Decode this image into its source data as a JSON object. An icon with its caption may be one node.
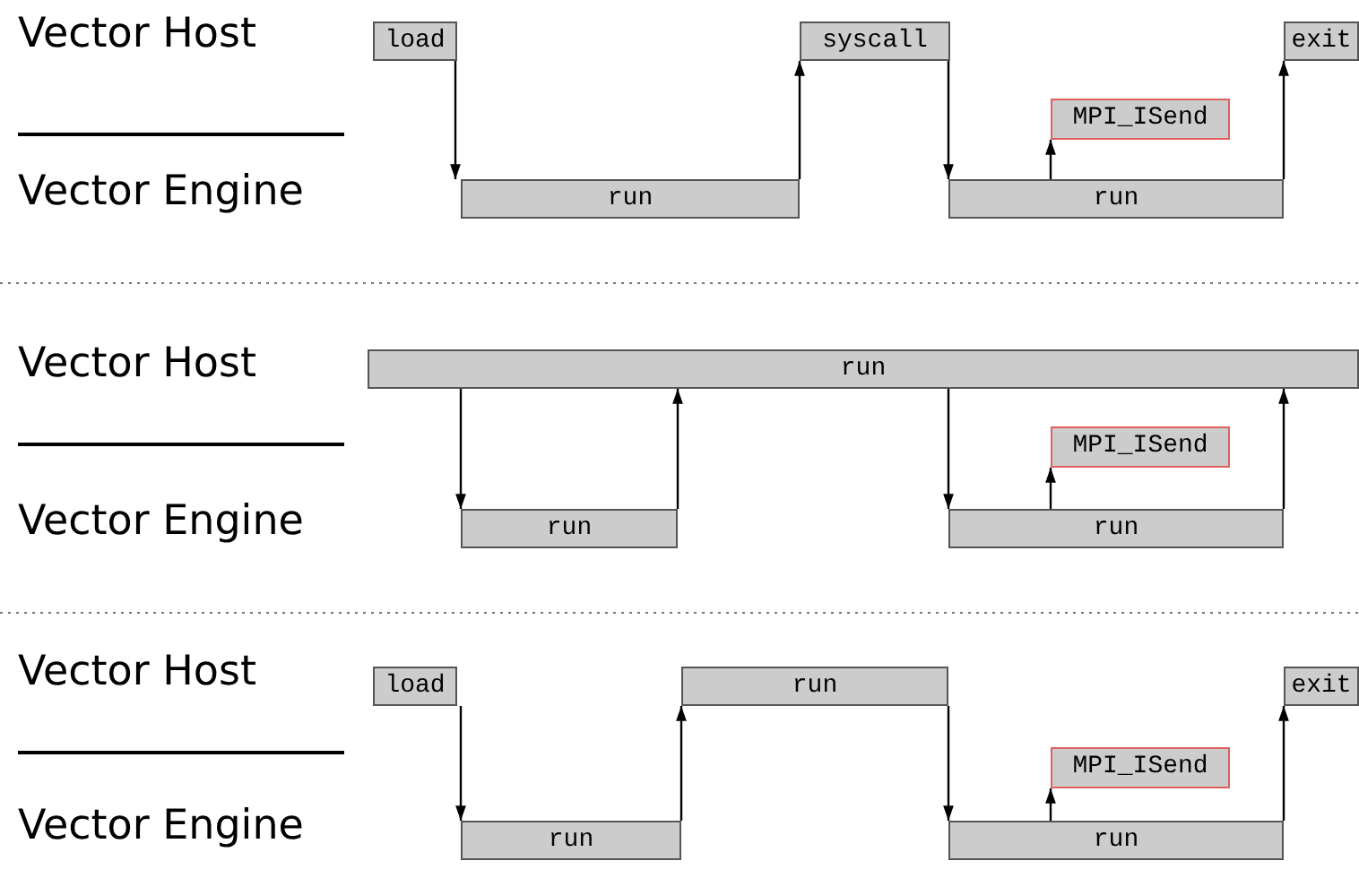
{
  "diagram": {
    "nodes": [
      {
        "text": [
          "load"
        ]
      },
      {
        "text": [
          "syscall"
        ]
      },
      {
        "text": [
          "exit"
        ]
      },
      {
        "text": [
          "MPI_ISend"
        ]
      },
      {
        "text": [
          "run"
        ]
      },
      {
        "text": [
          "run"
        ]
      },
      {
        "text": [
          "run"
        ]
      },
      {
        "text": [
          "MPI_ISend"
        ]
      },
      {
        "text": [
          "run"
        ]
      },
      {
        "text": [
          "run"
        ]
      },
      {
        "text": [
          "load"
        ]
      },
      {
        "text": [
          "run"
        ]
      },
      {
        "text": [
          "exit"
        ]
      },
      {
        "text": [
          "MPI_ISend"
        ]
      },
      {
        "text": [
          "run"
        ]
      },
      {
        "text": [
          "run"
        ]
      }
    ],
    "edges": [
      {
        "from": 0,
        "to": 4,
        "arrow": "to"
      },
      {
        "from": 4,
        "to": 1,
        "arrow": "to"
      },
      {
        "from": 1,
        "to": 5,
        "arrow": "to"
      },
      {
        "from": 5,
        "to": 3,
        "arrow": "to"
      },
      {
        "from": 5,
        "to": 2,
        "arrow": "to"
      },
      {
        "from": 6,
        "to": 8,
        "arrow": "to"
      },
      {
        "from": 8,
        "to": 6,
        "arrow": "to"
      },
      {
        "from": 6,
        "to": 9,
        "arrow": "to"
      },
      {
        "from": 9,
        "to": 7,
        "arrow": "to"
      },
      {
        "from": 9,
        "to": 6,
        "arrow": "to"
      },
      {
        "from": 10,
        "to": 14,
        "arrow": "to"
      },
      {
        "from": 14,
        "to": 11,
        "arrow": "to"
      },
      {
        "from": 11,
        "to": 15,
        "arrow": "to"
      },
      {
        "from": 15,
        "to": 13,
        "arrow": "to"
      },
      {
        "from": 15,
        "to": 12,
        "arrow": "to"
      }
    ],
    "labels": [
      "Vector Host",
      "Vector Engine",
      "Vector Host",
      "Vector Engine",
      "Vector Host",
      "Vector Engine"
    ]
  }
}
